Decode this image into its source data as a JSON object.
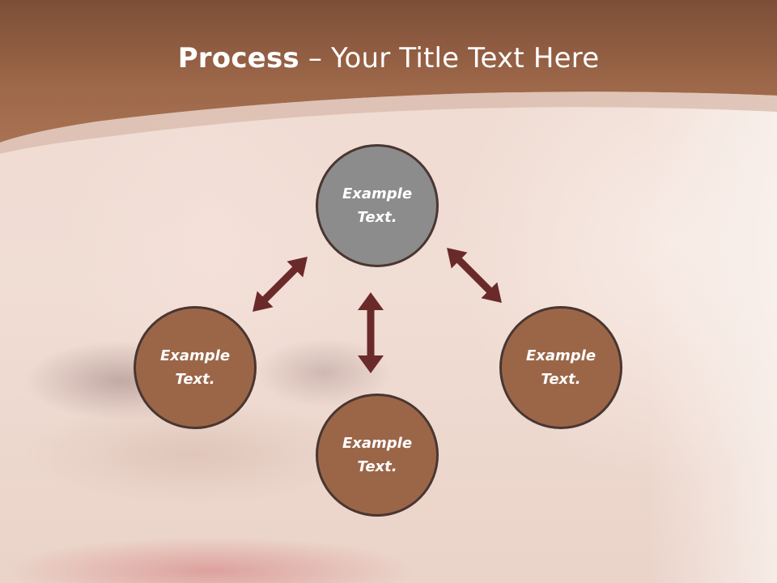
{
  "title": {
    "bold": "Process",
    "rest": " – Your Title Text Here"
  },
  "nodes": {
    "top": "Example Text.",
    "left": "Example Text.",
    "bottom": "Example Text.",
    "right": "Example Text."
  },
  "colors": {
    "header": "#a06a48",
    "node_fill": "#9b6648",
    "center_node_fill": "#8c8c8c",
    "arrow": "#6b2a2a"
  }
}
